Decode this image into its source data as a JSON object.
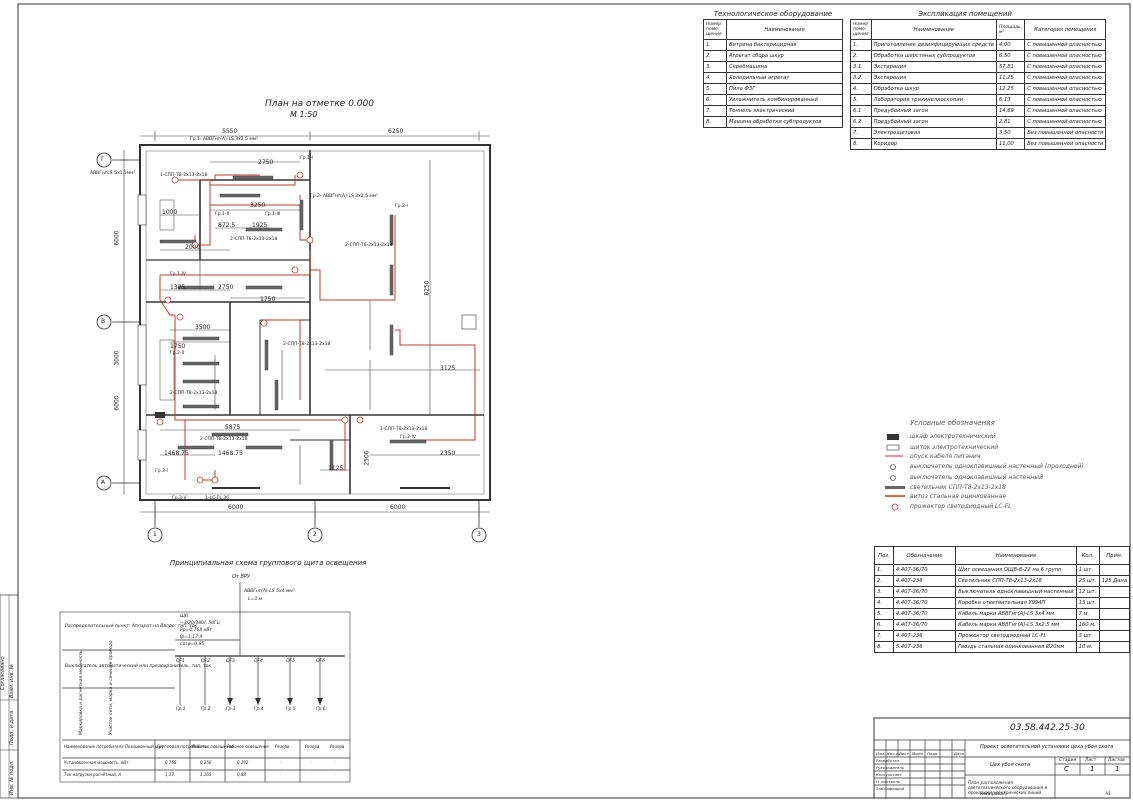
{
  "plan": {
    "title": "План на отметке 0.000",
    "scale": "М 1:50",
    "axes_letters": [
      "Г",
      "В",
      "А"
    ],
    "axes_numbers": [
      "1",
      "2",
      "3"
    ],
    "dims": {
      "top1": "5550",
      "top2": "6250",
      "bottom1": "6000",
      "bottom2": "6000",
      "left1": "6000",
      "left2": "3000",
      "left3": "6000",
      "right1": "8250",
      "d2750": "2750",
      "d3250": "3250",
      "d1000": "1000",
      "d1925": "1925",
      "d872": "872.5",
      "d2000": "2000",
      "d1375": "1375",
      "d1750": "1750",
      "d3500": "3500",
      "d5875": "5875",
      "d2350": "2350",
      "d3125": "3125",
      "d1125": "1125",
      "d2500": "2500",
      "d1468": "1468.75"
    },
    "labels": {
      "cable_main": "АВВГнгLS 5х1.5мм²",
      "cab1": "Гр.1- АВВГнг(А)-LS 3х2.5 мм²",
      "cab2": "Гр.2- АВВГнг(А)-LS 3х2.5 мм²",
      "lum": "2-СПП-Т8-2х13-2х18",
      "lum1": "1-СПП-Т8-2х13-2х18",
      "gr1_1": "Гр.1-I",
      "gr1_2": "Гр.1-II",
      "gr1_3": "Гр.1-III",
      "gr1_4": "Гр.1-IV",
      "gr2_1": "Гр.2-I",
      "gr2_2": "Гр.2-II",
      "gr3_1": "Гр.3-I",
      "gr3_4": "Гр.3-IV",
      "gr3_5": "Гр.3-V",
      "sw": "1-LC-FL 36"
    }
  },
  "equipment": {
    "title": "Технологическое оборудование",
    "headers": [
      "Номер поме- щения",
      "Наименование"
    ],
    "rows": [
      [
        "1.",
        "Витрина бактерицидная"
      ],
      [
        "2.",
        "Агрегат сбора шкур"
      ],
      [
        "3.",
        "Скребмашина"
      ],
      [
        "4.",
        "Холодильный агрегат"
      ],
      [
        "5.",
        "Пила ФЗГ"
      ],
      [
        "6.",
        "Увлажнитель комбинированный"
      ],
      [
        "7.",
        "Тоннель электрический"
      ],
      [
        "8.",
        "Машина обработки субпродуктов"
      ]
    ]
  },
  "rooms": {
    "title": "Экспликация помещений",
    "headers": [
      "Номер поме- щения",
      "Наименование",
      "Площадь, м²",
      "Категория помещения"
    ],
    "rows": [
      [
        "1.",
        "Приготовление дезинфицирующих средств",
        "4,00",
        "С повышенной опасностью"
      ],
      [
        "2.",
        "Обработка шерстяных субпродуктов",
        "6,50",
        "С повышенной опасностью"
      ],
      [
        "3.1.",
        "Экстирация",
        "57,81",
        "С повышенной опасностью"
      ],
      [
        "3.2.",
        "Экстирация",
        "11,25",
        "С повышенной опасностью"
      ],
      [
        "4.",
        "Обработка шкур",
        "12,25",
        "С повышенной опасностью"
      ],
      [
        "5.",
        "Лаборатория трихинеллоскопии",
        "6,13",
        "С повышенной опасностью"
      ],
      [
        "6.1",
        "Предубойный загон",
        "14,69",
        "С повышенной опасностью"
      ],
      [
        "6.2",
        "Предубойный загон",
        "2,81",
        "С повышенной опасностью"
      ],
      [
        "7.",
        "Электрощитовая",
        "3,50",
        "Без повышенной опасности"
      ],
      [
        "8.",
        "Коридор",
        "11,00",
        "Без повышенной опасности"
      ]
    ]
  },
  "legend": {
    "title": "Условные обозначения",
    "items": [
      "шкаф электротехнический",
      "щиток электротехнический",
      "опуск кабеля питания",
      "выключатель одноклавишный настенный (проходной)",
      "выключатель одноклавишный настенный",
      "светильник СПП-Т8-2х13-2х18",
      "витоз стальная оцинкованная",
      "прожектор светодиодный LC-FL"
    ]
  },
  "spec": {
    "headers": [
      "Поз.",
      "Обозначение",
      "Наименование",
      "Кол.",
      "Прим."
    ],
    "rows": [
      [
        "1.",
        "4.407-36/70",
        "Щит освещения ОЩВ-6-22 на 6 групп",
        "1 шт.",
        ""
      ],
      [
        "2.",
        "4.407-236",
        "Светильник СПП-Т8-2х13-2х18",
        "25 шт.",
        "125 Дана"
      ],
      [
        "3.",
        "4.407-36/70",
        "Выключатель одноклавишный настенный",
        "12 шт.",
        ""
      ],
      [
        "4.",
        "4.407-36/70",
        "Коробка ответвительная У994П",
        "13 шт.",
        ""
      ],
      [
        "5.",
        "4.407-36/70",
        "Кабель марки АВВГнг(А)-LS 5х4 мм",
        "7 м.",
        ""
      ],
      [
        "6.",
        "4.407-36/70",
        "Кабель марки АВВГнг(А)-LS 3х2,5 мм",
        "160 м.",
        ""
      ],
      [
        "7.",
        "4.407-236",
        "Прожектор светодиодный LC-FL",
        "3 шт.",
        ""
      ],
      [
        "8.",
        "5.407-236",
        "Гвоздь стальная оцинкованная Ø20мм",
        "10 м.",
        ""
      ]
    ]
  },
  "schematic": {
    "title": "Принципиальная схема группового щита освещения",
    "input": "От ВРУ",
    "cable": "АВВГнг(А)-LS 5х4 мм²",
    "cable2": "L=3 м",
    "panel": [
      "ЩО",
      "~3/20/380/, 50Гц",
      "Рр=0,768 кВт",
      "Ip=1,17 А",
      "cosφ=0,95"
    ],
    "side_texts": [
      "Распределительный пункт: Аппарат на Вводе: тип, ток",
      "Выключатель автоматический или предохранитель, тип, ток",
      "Маркировка и расчетная мощность",
      "Участок сети, марка и сечение провода"
    ],
    "groups": [
      "Гр.1",
      "Гр.2",
      "Гр.3",
      "Гр.4",
      "Гр.5",
      "Гр.6"
    ],
    "breakers": [
      "QF1",
      "QF2",
      "QF3",
      "QF4",
      "QF5",
      "QF6"
    ],
    "bottom_headers": [
      "Наименование потребителя Позиционный щит",
      "Групповая потребность",
      "Рабочее освещение",
      "Рабочее освещение",
      "Резерв",
      "Резерв",
      "Резерв"
    ],
    "bottom_rows": [
      [
        "Установленная мощность, кВт",
        "0,768",
        "0,256",
        "0,192",
        "-",
        "-",
        "-"
      ],
      [
        "Ток нагрузки расчётный, А",
        "1,17",
        "1,165",
        "0,88",
        "-",
        "-",
        "-"
      ]
    ]
  },
  "stamp": {
    "code": "03.58.442.25-30",
    "project": "Проект осветительной установки цеха убоя скота",
    "object": "Цех убоя скота",
    "sheet_desc": "План расположения светотехнического оборудования и прокладки электрических линий",
    "headers": [
      "Изм.",
      "Кол.уч",
      "Лист",
      "№док",
      "Подп.",
      "Дата"
    ],
    "roles": [
      "Разработал",
      "Руководитель",
      "Консультант",
      "Н. контроль",
      "Зав.кафедрой"
    ],
    "stage_label": "Стадия",
    "sheet_label": "Лист",
    "sheets_label": "Листов",
    "stage": "С",
    "sheet": "1",
    "sheets": "1",
    "copied": "Копировал",
    "format": "А1"
  },
  "side_stamp": [
    "Согласовано",
    "Инв. № подл.",
    "Подп. и дата",
    "Взам. инв. №"
  ],
  "colors": {
    "line": "#333333",
    "cable": "#c0392b",
    "luminaire": "#555555"
  }
}
